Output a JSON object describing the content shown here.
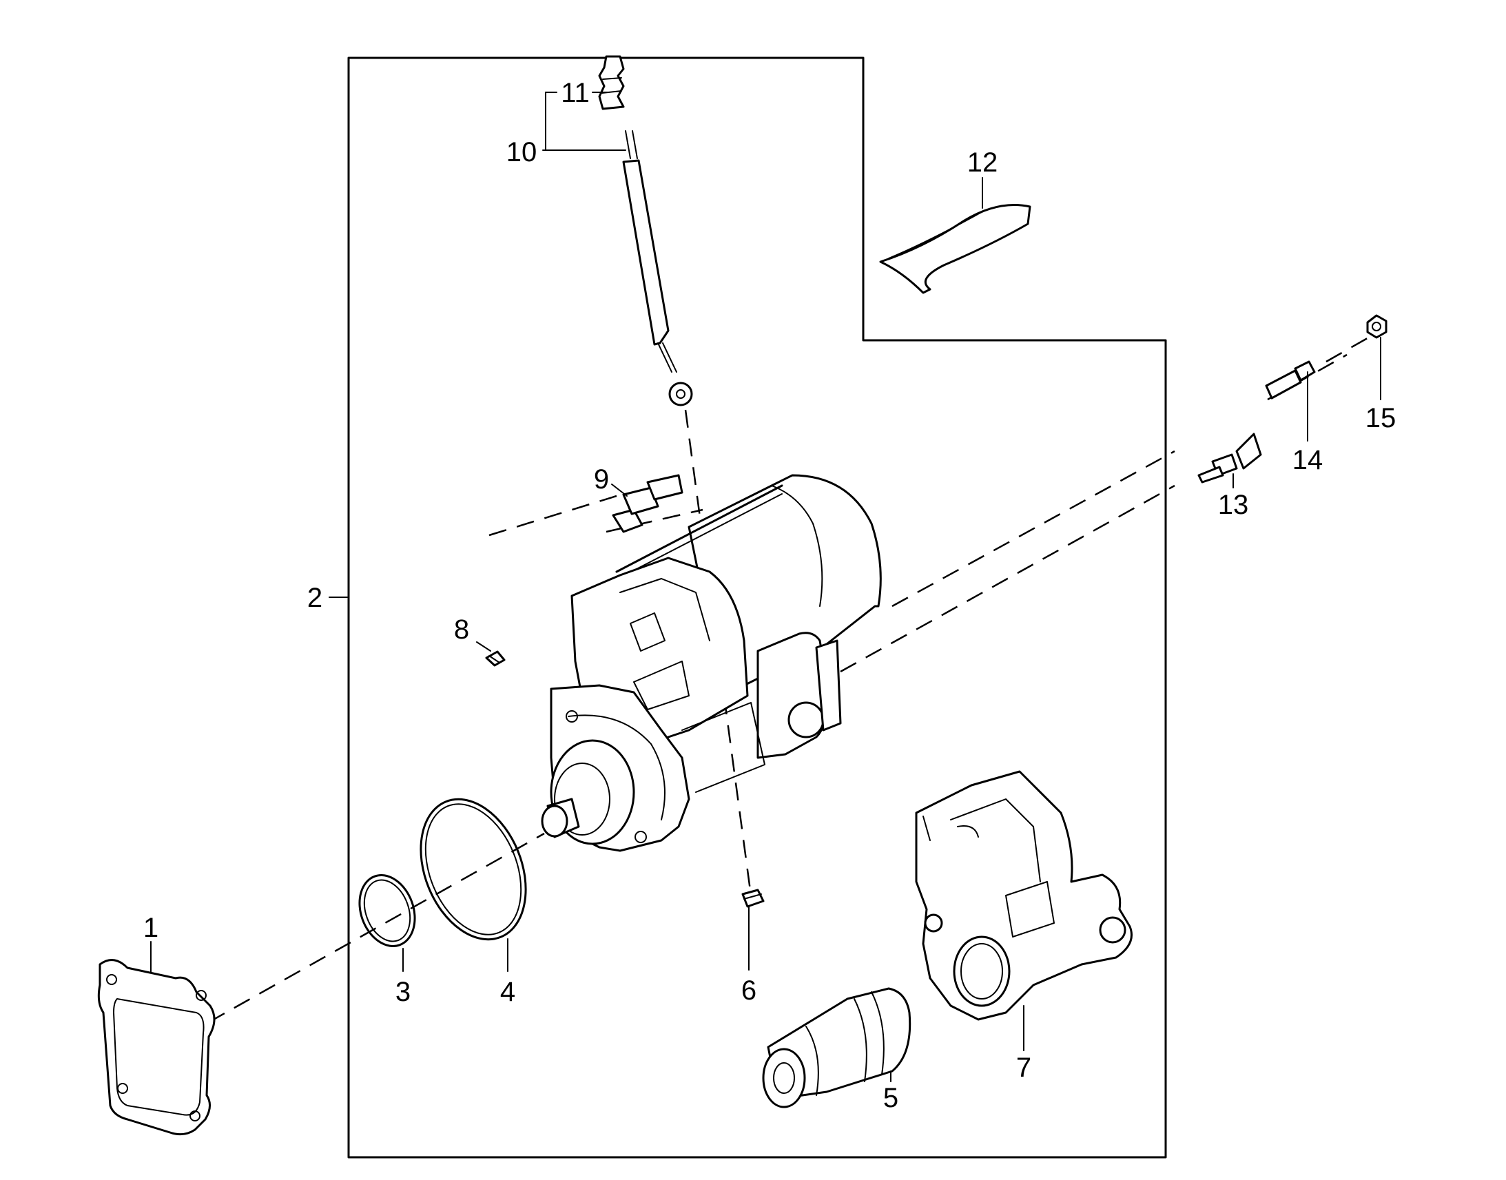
{
  "callouts": {
    "c1": "1",
    "c2": "2",
    "c3": "3",
    "c4": "4",
    "c5": "5",
    "c6": "6",
    "c7": "7",
    "c8": "8",
    "c9": "9",
    "c10": "10",
    "c11": "11",
    "c12": "12",
    "c13": "13",
    "c14": "14",
    "c15": "15"
  },
  "parts": [
    "gasket-flange",
    "starter-assembly-group",
    "o-ring-small",
    "o-ring-large",
    "pinion-clutch",
    "spring",
    "drive-housing",
    "screw",
    "terminal-stud",
    "cable-with-boot",
    "terminal-boot",
    "heat-shield",
    "bolt",
    "stud",
    "nut"
  ]
}
